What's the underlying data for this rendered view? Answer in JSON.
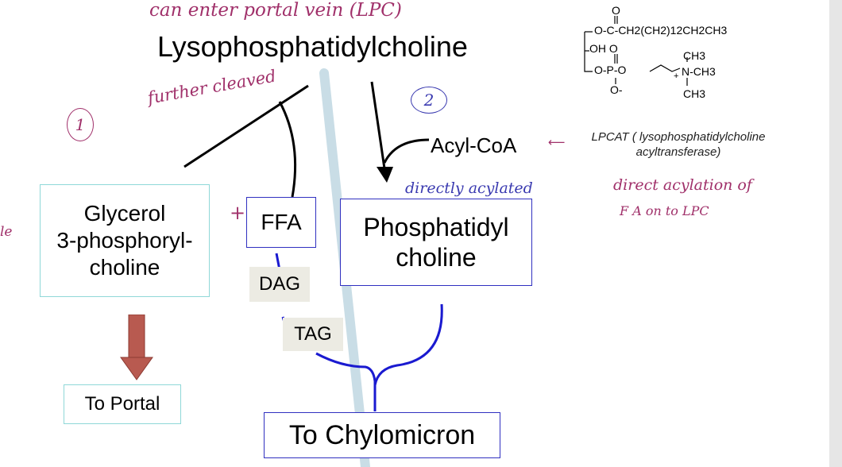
{
  "title": "Lysophosphatidylcholine",
  "nodes": {
    "glycerol": "Glycerol\n3-phosphoryl-\ncholine",
    "ffa": "FFA",
    "phosphatidylcholine": "Phosphatidyl\ncholine",
    "acyl_coa": "Acyl-CoA",
    "dag": "DAG",
    "tag": "TAG",
    "to_portal": "To Portal",
    "to_chylomicron": "To Chylomicron"
  },
  "lpcat_note": "LPCAT ( lysophosphatidylcholine acyltransferase)",
  "handwriting": {
    "top": "can enter portal vein    (LPC)",
    "further_cleaved": "further cleaved",
    "circle_one": "1",
    "circle_two": "2",
    "directly_acylated": "directly acylated",
    "direct_acylation_line1": "direct acylation of",
    "direct_acylation_line2": "F A  on to  LPC",
    "plus": "+",
    "left_edge": "le"
  },
  "structure": {
    "row1": "O-C-CH2(CH2)12CH2CH3",
    "row2": "OH  O",
    "row3": "O-P-O",
    "methyl_top": "CH3",
    "nitrogen": "N-CH3",
    "methyl_bottom": "CH3",
    "oxide": "O-",
    "carbonyl_o": "O",
    "plus_sign": "+"
  },
  "colors": {
    "ink": "#000000",
    "handwriting": "#a0306a",
    "blue_line": "#1a1ad0",
    "membrane": "#c9dde6",
    "portal_arrow": "#b85a50",
    "tag_bg": "#ecebe3"
  }
}
